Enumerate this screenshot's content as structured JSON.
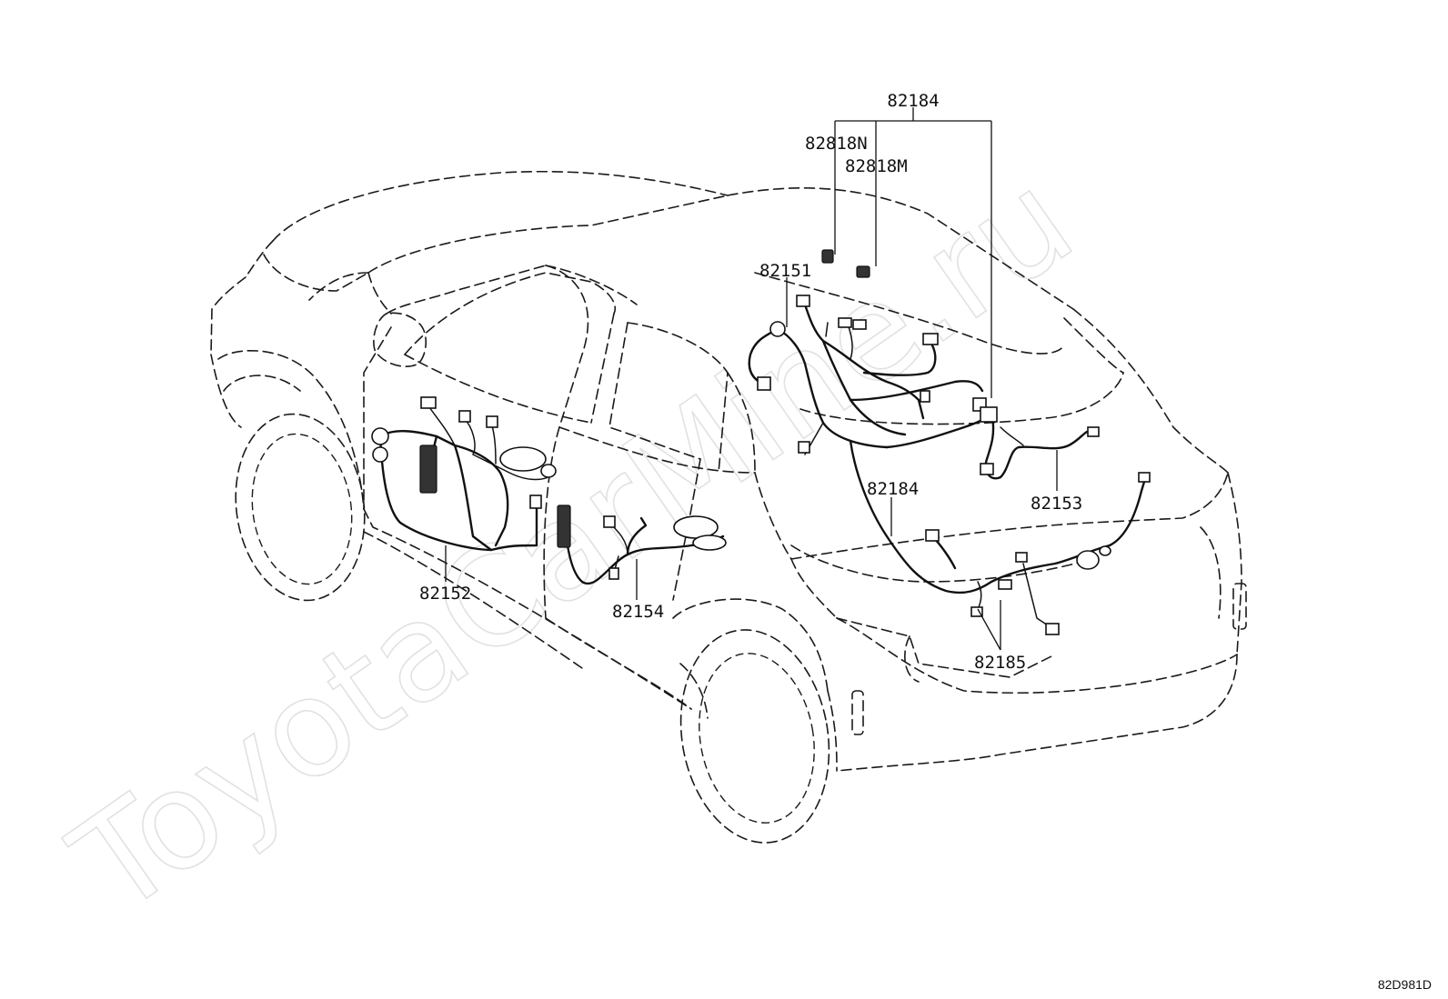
{
  "watermark": "ToyotaCarMine.ru",
  "reference_code": "82D981D",
  "callouts": {
    "assembly": "82184",
    "sub_n": "82818N",
    "sub_m": "82818M",
    "roof_wire": "82151",
    "front_door_wire": "82152",
    "rear_door_wire": "82154",
    "back_door_wire": "82153",
    "back_door_no2": "82184",
    "license_wire": "82185"
  }
}
